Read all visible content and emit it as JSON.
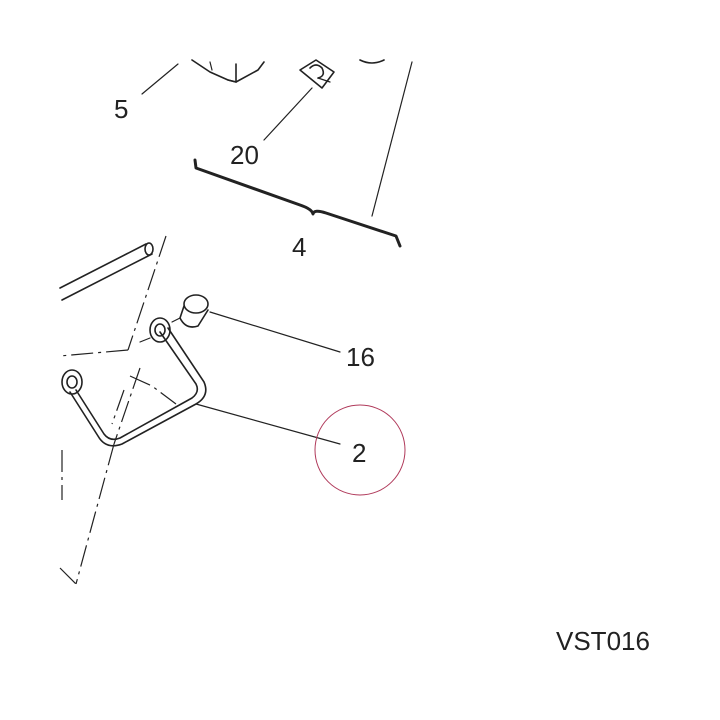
{
  "figure_code": "VST016",
  "callouts": {
    "c5": "5",
    "c20": "20",
    "c4": "4",
    "c16": "16",
    "c2": "2"
  },
  "colors": {
    "line": "#222222",
    "highlight_circle": "#b03a5b",
    "background": "#ffffff"
  }
}
